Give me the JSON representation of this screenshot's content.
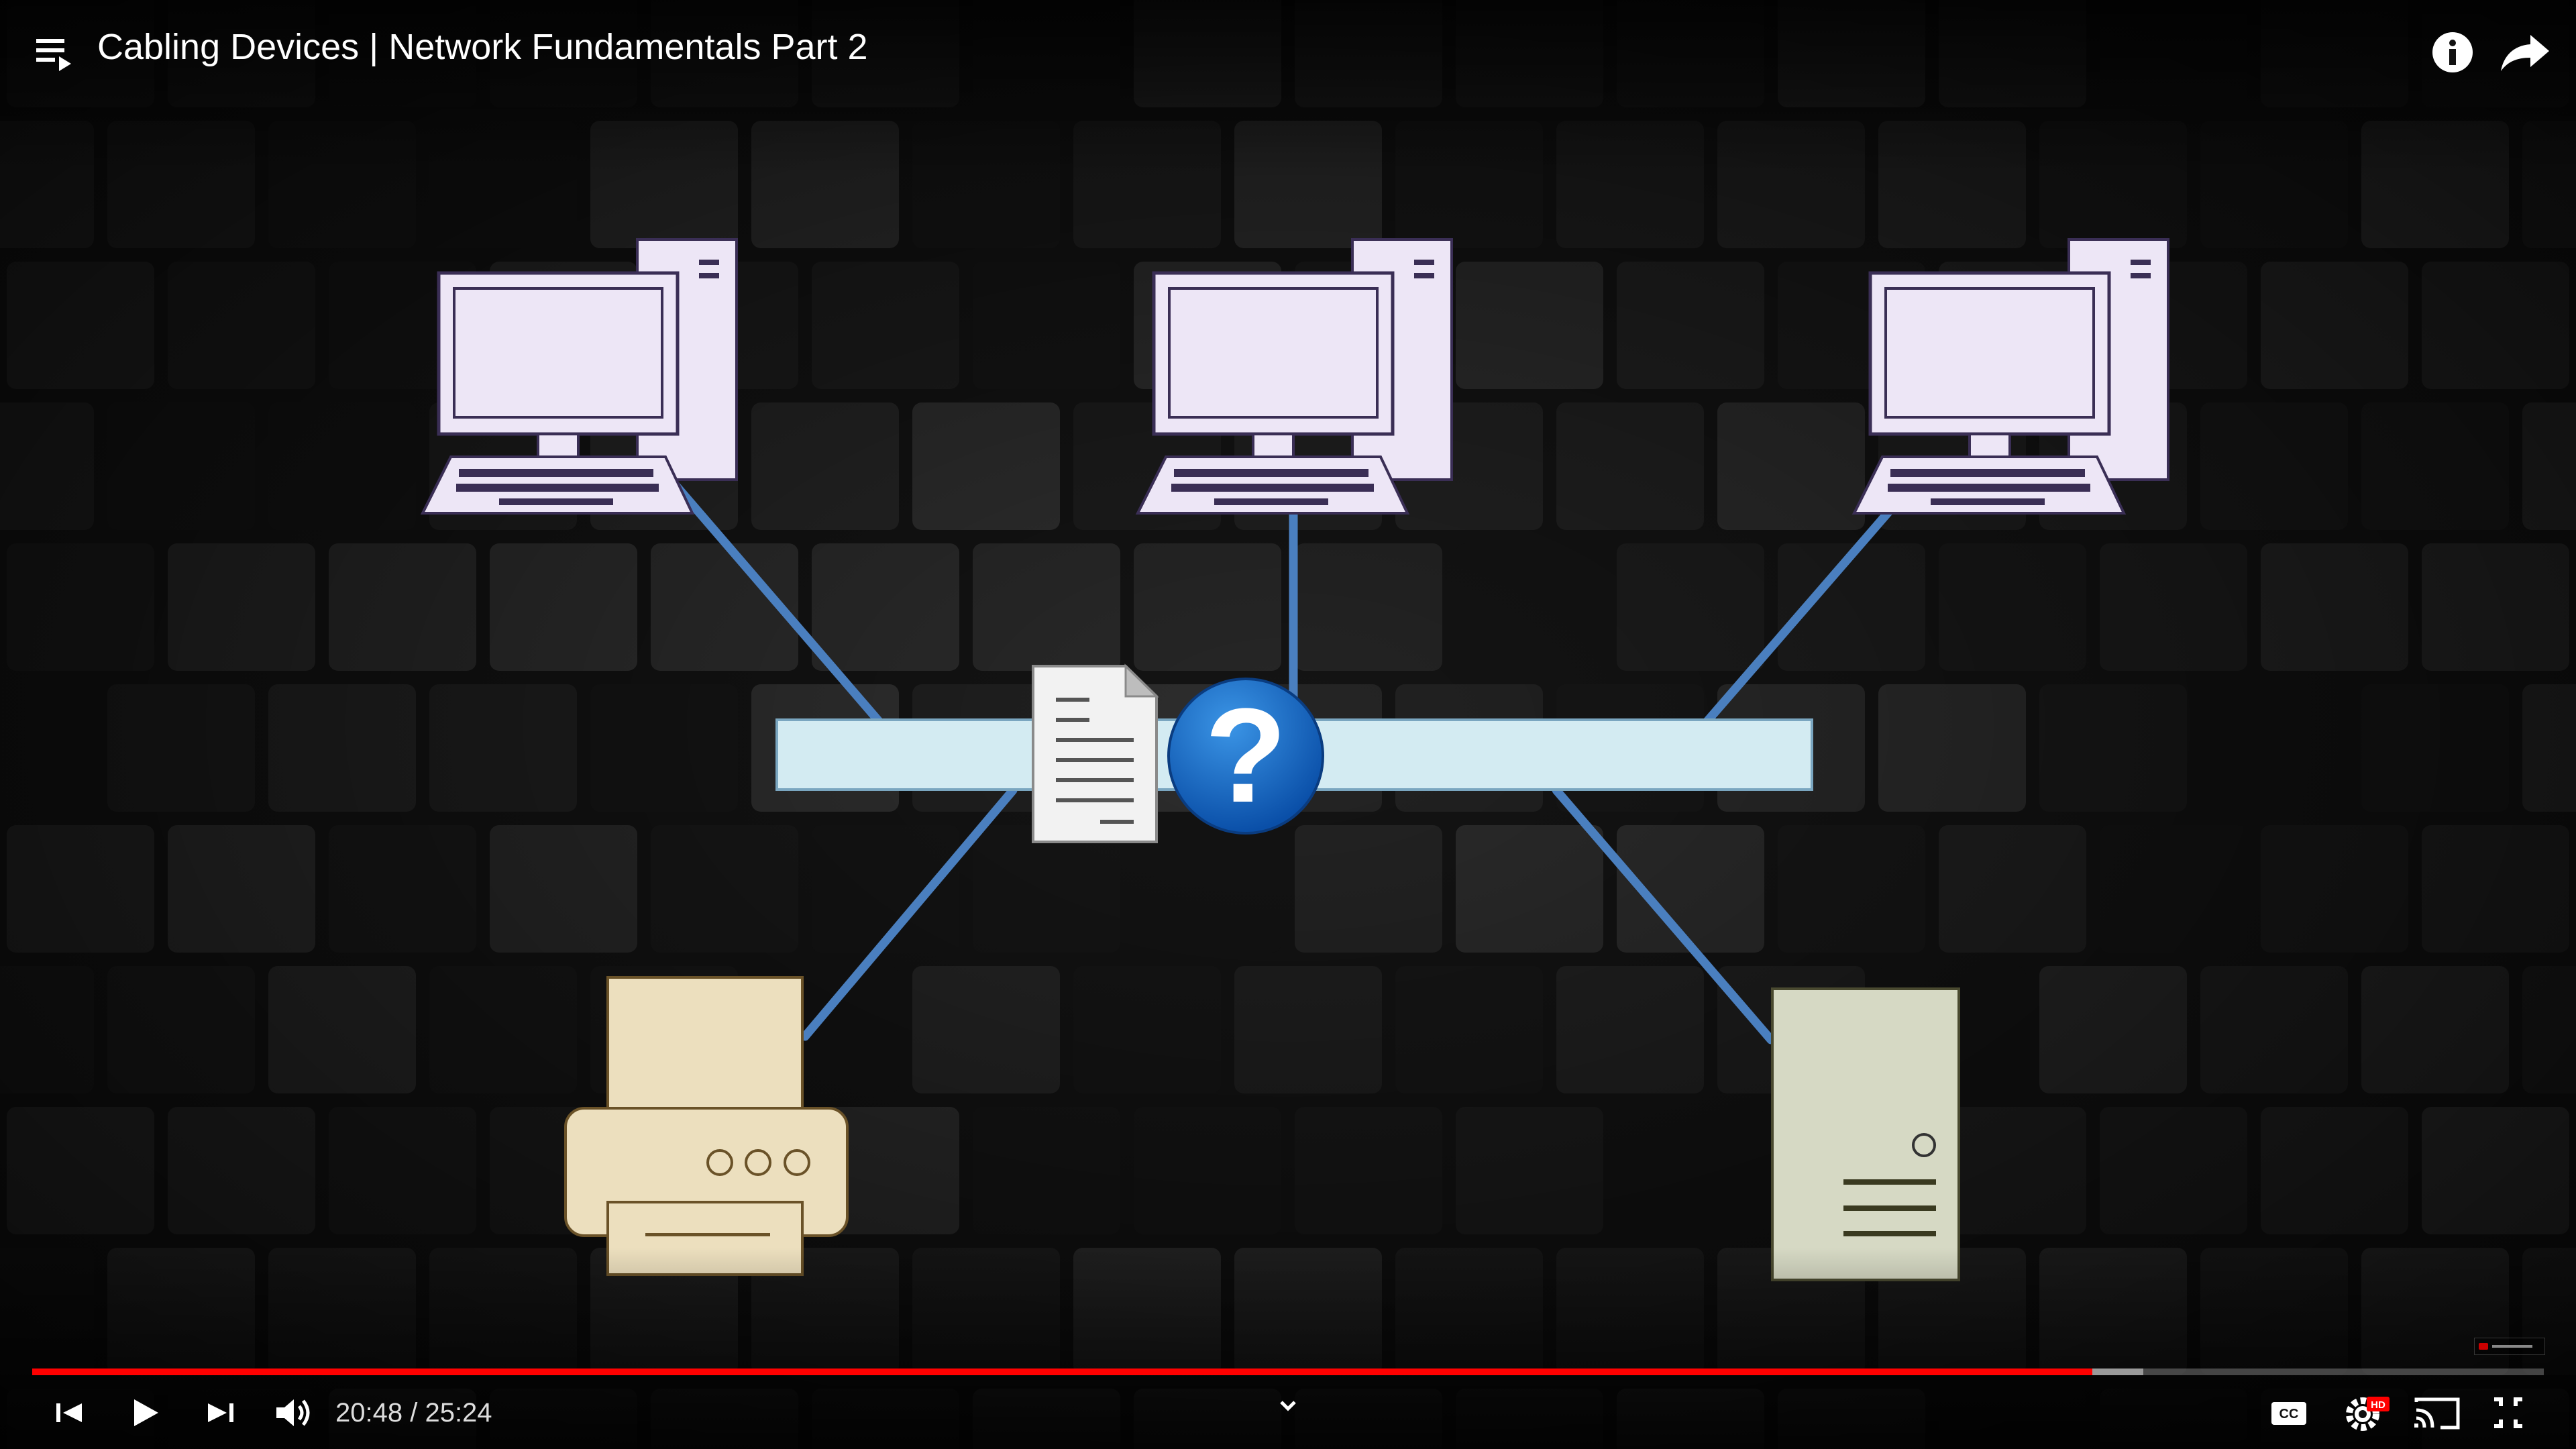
{
  "player": {
    "title": "Cabling Devices | Network Fundamentals Part 2",
    "current_time": "20:48",
    "separator": " / ",
    "duration": "25:24",
    "progress_fraction": 0.8203,
    "buffered_fraction": 0.8405,
    "accent_color": "#ff0000",
    "quality_badge": "HD"
  },
  "icons": {
    "playlist": "playlist-icon",
    "info": "info-icon",
    "share": "share-icon",
    "previous": "skip-previous-icon",
    "play": "play-icon",
    "next": "skip-next-icon",
    "volume": "volume-icon",
    "chevron": "chevron-down-icon",
    "captions": "captions-icon",
    "settings": "settings-gear-icon",
    "cast": "cast-icon",
    "exit_fullscreen": "exit-fullscreen-icon"
  },
  "diagram": {
    "cable_color": "#4a7fbf",
    "bus_color": "#d3ebf2",
    "computer_color": "#ede6f6",
    "printer_color": "#ecdfbe",
    "server_color": "#d6d9c4",
    "question_mark": "?"
  }
}
